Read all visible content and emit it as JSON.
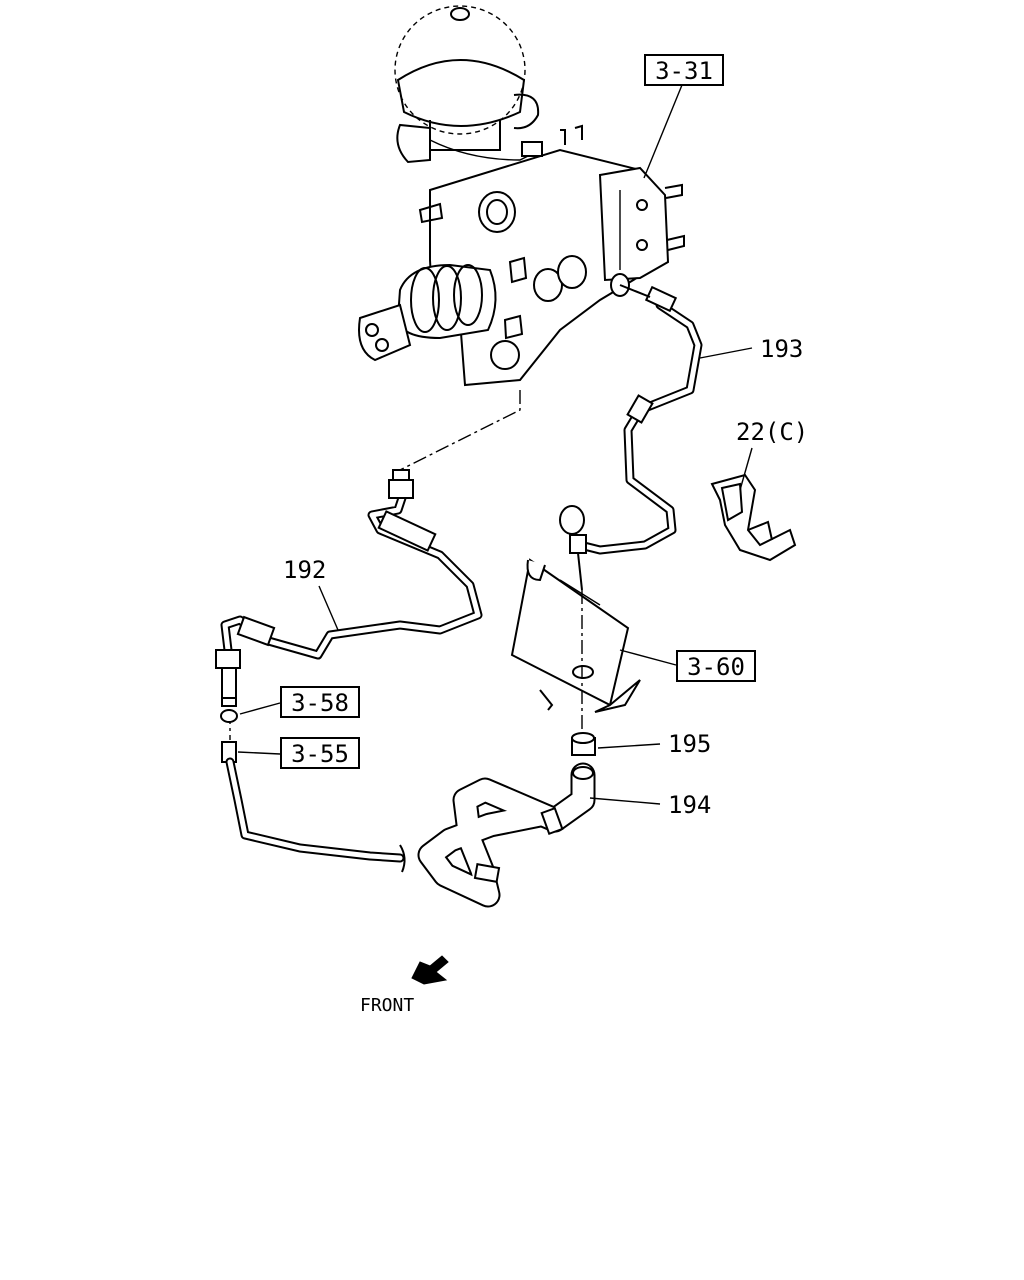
{
  "callouts": {
    "ref_3_31": "3-31",
    "part_193": "193",
    "part_22c": "22(C)",
    "part_192": "192",
    "ref_3_60": "3-60",
    "ref_3_58": "3-58",
    "ref_3_55": "3-55",
    "part_195": "195",
    "part_194": "194"
  },
  "orientation": {
    "front_label": "FRONT"
  },
  "icons": {
    "front_arrow": "front-arrow-icon"
  }
}
